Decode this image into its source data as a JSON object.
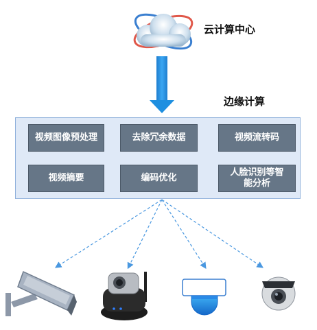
{
  "cloud": {
    "label": "云计算中心"
  },
  "edge": {
    "label": "边缘计算",
    "functions": [
      {
        "id": "video-preprocess",
        "label": "视频图像预处理"
      },
      {
        "id": "dedup",
        "label": "去除冗余数据"
      },
      {
        "id": "stream-transcode",
        "label": "视频流转码"
      },
      {
        "id": "video-summary",
        "label": "视频摘要"
      },
      {
        "id": "encode-optimize",
        "label": "编码优化"
      },
      {
        "id": "face-recognition",
        "label": "人脸识别等智能分析"
      }
    ]
  },
  "devices": [
    {
      "icon": "bullet-camera-icon"
    },
    {
      "icon": "ptz-camera-icon"
    },
    {
      "icon": "dome-camera-icon"
    },
    {
      "icon": "mini-dome-camera-icon"
    }
  ],
  "colors": {
    "panel_fill": "#dfe9f7",
    "function_box": "#667687",
    "arrow": "#1e8fe0",
    "dashed_links": "#4a98e0"
  }
}
